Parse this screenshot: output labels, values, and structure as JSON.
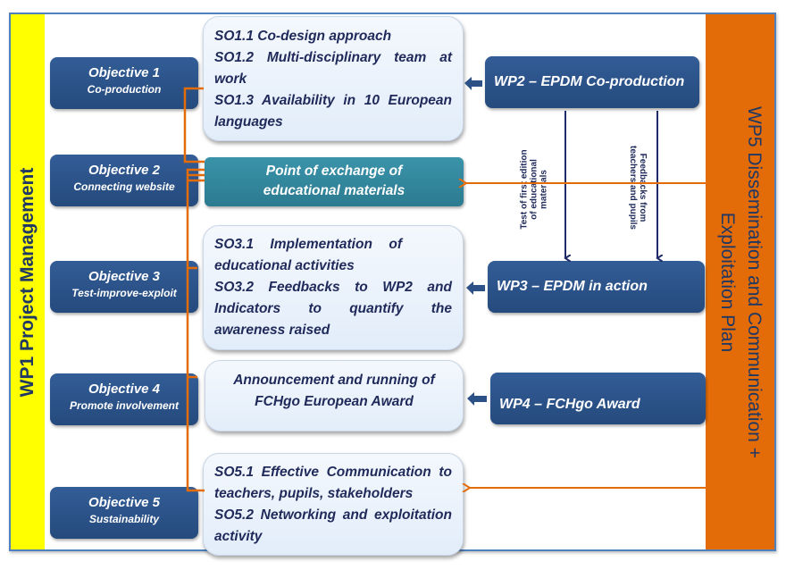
{
  "side_bars": {
    "left_label": "WP1 Project Management",
    "right_label_line1": "WP5 Dissemination and Communication +",
    "right_label_line2": "Exploitation Plan"
  },
  "objectives": [
    {
      "title": "Objective 1",
      "subtitle": "Co-production"
    },
    {
      "title": "Objective 2",
      "subtitle": "Connecting website"
    },
    {
      "title": "Objective 3",
      "subtitle": "Test-improve-exploit"
    },
    {
      "title": "Objective 4",
      "subtitle": "Promote involvement"
    },
    {
      "title": "Objective 5",
      "subtitle": "Sustainability"
    }
  ],
  "specific_objectives": {
    "so1": [
      "SO1.1 Co-design approach",
      "SO1.2 Multi-disciplinary team at work",
      "SO1.3 Availability in 10 European languages"
    ],
    "so2": "Point of exchange of educational materials",
    "so3": [
      "SO3.1 Implementation of educational activities",
      "SO3.2 Feedbacks to WP2 and Indicators to quantify the awareness raised"
    ],
    "so4": "Announcement and running of FCHgo European Award",
    "so5": [
      "SO5.1 Effective Communication to teachers, pupils, stakeholders",
      "SO5.2 Networking and exploitation activity"
    ]
  },
  "work_packages": {
    "wp2": "WP2 – EPDM Co-production",
    "wp3": "WP3 – EPDM in action",
    "wp4": "WP4 – FCHgo Award"
  },
  "flow_labels": {
    "test_line1": "Test of first edition",
    "test_line2": "of educational",
    "test_line3": "materials",
    "feedback_line1": "Feedbacks from",
    "feedback_line2": "teachers and pupils"
  },
  "colors": {
    "wp1_bar": "#ffff00",
    "wp5_bar": "#e36c09",
    "objective_box": "#2b5186",
    "so_box": "#e8f1fc",
    "teal_box": "#31859c",
    "connector": "#e36c09",
    "flow_arrow": "#1f2a6a"
  }
}
